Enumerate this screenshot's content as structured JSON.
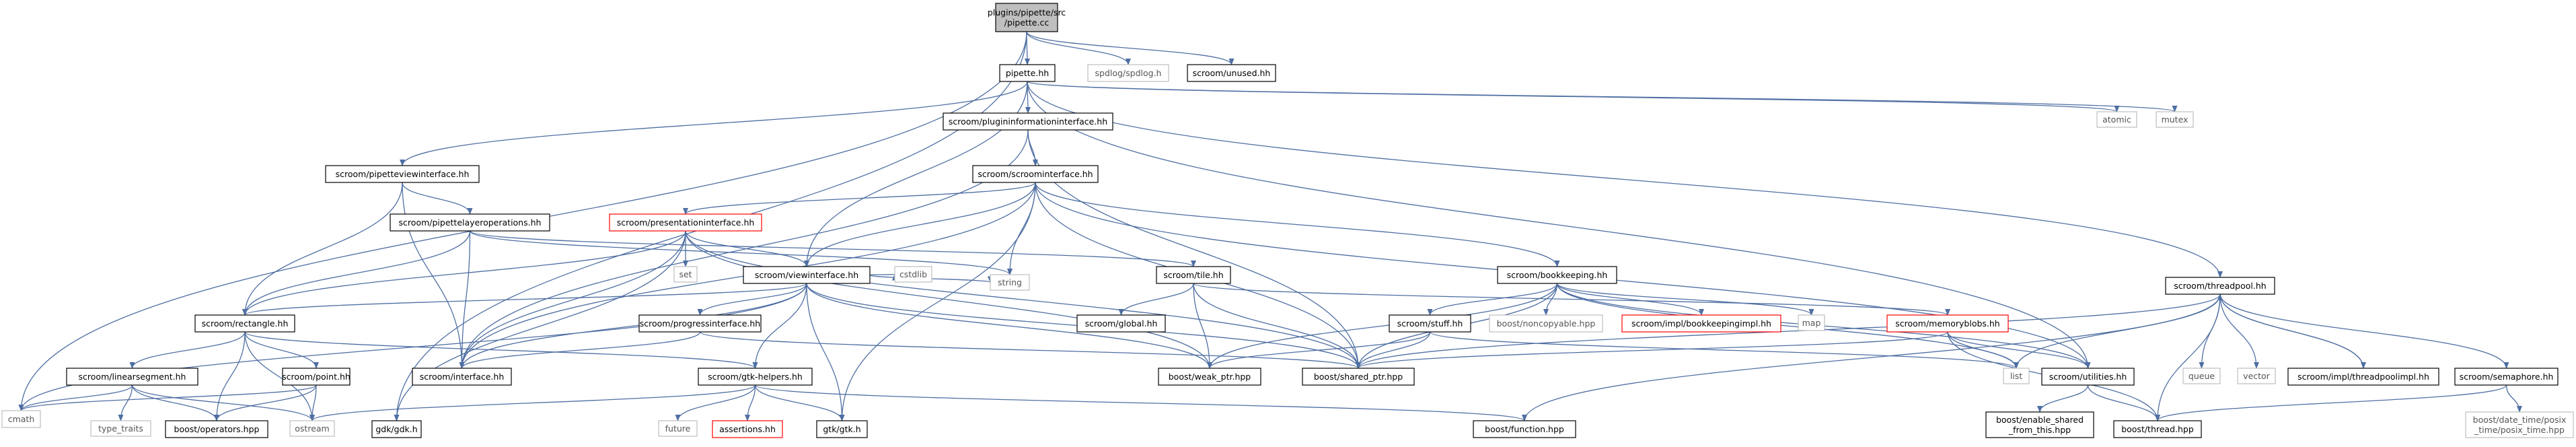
{
  "colors": {
    "edge": "#4f6fa3",
    "root_fill": "#bfbfbf",
    "normal_border": "#000000",
    "missing_border": "#ff0000",
    "system_border": "#bfbfbf"
  },
  "nodes": {
    "root": {
      "label": "plugins/pipette/src\n/pipette.cc",
      "kind": "root"
    },
    "pipette_hh": {
      "label": "pipette.hh",
      "kind": "normal"
    },
    "spdlog": {
      "label": "spdlog/spdlog.h",
      "kind": "system"
    },
    "unused": {
      "label": "scroom/unused.hh",
      "kind": "normal"
    },
    "cmath": {
      "label": "cmath",
      "kind": "system"
    },
    "plugininfo": {
      "label": "scroom/plugininformationinterface.hh",
      "kind": "normal"
    },
    "atomic": {
      "label": "atomic",
      "kind": "system"
    },
    "mutex": {
      "label": "mutex",
      "kind": "system"
    },
    "threadpool": {
      "label": "scroom/threadpool.hh",
      "kind": "normal"
    },
    "pipetteview": {
      "label": "scroom/pipetteviewinterface.hh",
      "kind": "normal"
    },
    "scroominterface": {
      "label": "scroom/scroominterface.hh",
      "kind": "normal"
    },
    "pipettelayer": {
      "label": "scroom/pipettelayeroperations.hh",
      "kind": "normal"
    },
    "presentation": {
      "label": "scroom/presentationinterface.hh",
      "kind": "missing"
    },
    "set": {
      "label": "set",
      "kind": "system"
    },
    "tile": {
      "label": "scroom/tile.hh",
      "kind": "normal"
    },
    "viewinterface": {
      "label": "scroom/viewinterface.hh",
      "kind": "normal"
    },
    "cstdlib": {
      "label": "cstdlib",
      "kind": "system"
    },
    "string": {
      "label": "string",
      "kind": "system"
    },
    "bookkeeping": {
      "label": "scroom/bookkeeping.hh",
      "kind": "normal"
    },
    "rectangle": {
      "label": "scroom/rectangle.hh",
      "kind": "normal"
    },
    "progress": {
      "label": "scroom/progressinterface.hh",
      "kind": "normal"
    },
    "global": {
      "label": "scroom/global.hh",
      "kind": "normal"
    },
    "stuff": {
      "label": "scroom/stuff.hh",
      "kind": "normal"
    },
    "noncopyable": {
      "label": "boost/noncopyable.hpp",
      "kind": "system"
    },
    "bookkeepingimpl": {
      "label": "scroom/impl/bookkeepingimpl.hh",
      "kind": "missing"
    },
    "map": {
      "label": "map",
      "kind": "system"
    },
    "memoryblobs": {
      "label": "scroom/memoryblobs.hh",
      "kind": "missing"
    },
    "list": {
      "label": "list",
      "kind": "system"
    },
    "linearsegment": {
      "label": "scroom/linearsegment.hh",
      "kind": "normal"
    },
    "point": {
      "label": "scroom/point.hh",
      "kind": "normal"
    },
    "interface": {
      "label": "scroom/interface.hh",
      "kind": "normal"
    },
    "gtkhelpers": {
      "label": "scroom/gtk-helpers.hh",
      "kind": "normal"
    },
    "weakptr": {
      "label": "boost/weak_ptr.hpp",
      "kind": "normal"
    },
    "sharedptr": {
      "label": "boost/shared_ptr.hpp",
      "kind": "normal"
    },
    "utilities": {
      "label": "scroom/utilities.hh",
      "kind": "normal"
    },
    "queue": {
      "label": "queue",
      "kind": "system"
    },
    "vector": {
      "label": "vector",
      "kind": "system"
    },
    "threadpoolimpl": {
      "label": "scroom/impl/threadpoolimpl.hh",
      "kind": "normal"
    },
    "semaphore": {
      "label": "scroom/semaphore.hh",
      "kind": "normal"
    },
    "typetraits": {
      "label": "type_traits",
      "kind": "system"
    },
    "operators": {
      "label": "boost/operators.hpp",
      "kind": "normal"
    },
    "ostream": {
      "label": "ostream",
      "kind": "system"
    },
    "gdk": {
      "label": "gdk/gdk.h",
      "kind": "normal"
    },
    "future": {
      "label": "future",
      "kind": "system"
    },
    "assertions": {
      "label": "assertions.hh",
      "kind": "missing"
    },
    "gtk": {
      "label": "gtk/gtk.h",
      "kind": "normal"
    },
    "function": {
      "label": "boost/function.hpp",
      "kind": "normal"
    },
    "enableshared": {
      "label": "boost/enable_shared\n_from_this.hpp",
      "kind": "normal"
    },
    "boostthread": {
      "label": "boost/thread.hpp",
      "kind": "normal"
    },
    "posixtime": {
      "label": "boost/date_time/posix\n_time/posix_time.hpp",
      "kind": "system"
    }
  },
  "edges": [
    [
      "root",
      "pipette_hh"
    ],
    [
      "root",
      "spdlog"
    ],
    [
      "root",
      "unused"
    ],
    [
      "root",
      "cmath"
    ],
    [
      "root",
      "gdk"
    ],
    [
      "pipette_hh",
      "plugininfo"
    ],
    [
      "pipette_hh",
      "atomic"
    ],
    [
      "pipette_hh",
      "mutex"
    ],
    [
      "pipette_hh",
      "threadpool"
    ],
    [
      "pipette_hh",
      "pipetteview"
    ],
    [
      "pipette_hh",
      "viewinterface"
    ],
    [
      "pipette_hh",
      "utilities"
    ],
    [
      "plugininfo",
      "scroominterface"
    ],
    [
      "plugininfo",
      "interface"
    ],
    [
      "plugininfo",
      "sharedptr"
    ],
    [
      "pipetteview",
      "pipettelayer"
    ],
    [
      "pipetteview",
      "rectangle"
    ],
    [
      "pipetteview",
      "interface"
    ],
    [
      "scroominterface",
      "presentation"
    ],
    [
      "scroominterface",
      "viewinterface"
    ],
    [
      "scroominterface",
      "bookkeeping"
    ],
    [
      "scroominterface",
      "string"
    ],
    [
      "scroominterface",
      "sharedptr"
    ],
    [
      "scroominterface",
      "interface"
    ],
    [
      "scroominterface",
      "utilities"
    ],
    [
      "scroominterface",
      "gtk"
    ],
    [
      "pipettelayer",
      "tile"
    ],
    [
      "pipettelayer",
      "rectangle"
    ],
    [
      "pipettelayer",
      "interface"
    ],
    [
      "pipettelayer",
      "string"
    ],
    [
      "presentation",
      "set"
    ],
    [
      "presentation",
      "viewinterface"
    ],
    [
      "presentation",
      "rectangle"
    ],
    [
      "presentation",
      "interface"
    ],
    [
      "presentation",
      "sharedptr"
    ],
    [
      "presentation",
      "weakptr"
    ],
    [
      "presentation",
      "gdk"
    ],
    [
      "tile",
      "global"
    ],
    [
      "tile",
      "memoryblobs"
    ],
    [
      "tile",
      "weakptr"
    ],
    [
      "tile",
      "sharedptr"
    ],
    [
      "viewinterface",
      "cstdlib"
    ],
    [
      "viewinterface",
      "string"
    ],
    [
      "viewinterface",
      "rectangle"
    ],
    [
      "viewinterface",
      "progress"
    ],
    [
      "viewinterface",
      "gtkhelpers"
    ],
    [
      "viewinterface",
      "interface"
    ],
    [
      "viewinterface",
      "sharedptr"
    ],
    [
      "viewinterface",
      "weakptr"
    ],
    [
      "viewinterface",
      "gtk"
    ],
    [
      "viewinterface",
      "cmath"
    ],
    [
      "bookkeeping",
      "noncopyable"
    ],
    [
      "bookkeeping",
      "bookkeepingimpl"
    ],
    [
      "bookkeeping",
      "map"
    ],
    [
      "bookkeeping",
      "stuff"
    ],
    [
      "bookkeeping",
      "utilities"
    ],
    [
      "bookkeeping",
      "list"
    ],
    [
      "bookkeeping",
      "sharedptr"
    ],
    [
      "bookkeeping",
      "weakptr"
    ],
    [
      "rectangle",
      "linearsegment"
    ],
    [
      "rectangle",
      "point"
    ],
    [
      "rectangle",
      "gtkhelpers"
    ],
    [
      "rectangle",
      "operators"
    ],
    [
      "rectangle",
      "ostream"
    ],
    [
      "progress",
      "interface"
    ],
    [
      "progress",
      "sharedptr"
    ],
    [
      "stuff",
      "list"
    ],
    [
      "stuff",
      "sharedptr"
    ],
    [
      "stuff",
      "weakptr"
    ],
    [
      "memoryblobs",
      "list"
    ],
    [
      "memoryblobs",
      "utilities"
    ],
    [
      "memoryblobs",
      "sharedptr"
    ],
    [
      "memoryblobs",
      "boostthread"
    ],
    [
      "linearsegment",
      "cmath"
    ],
    [
      "linearsegment",
      "typetraits"
    ],
    [
      "linearsegment",
      "operators"
    ],
    [
      "linearsegment",
      "ostream"
    ],
    [
      "point",
      "operators"
    ],
    [
      "point",
      "ostream"
    ],
    [
      "point",
      "cmath"
    ],
    [
      "gtkhelpers",
      "future"
    ],
    [
      "gtkhelpers",
      "assertions"
    ],
    [
      "gtkhelpers",
      "gtk"
    ],
    [
      "gtkhelpers",
      "ostream"
    ],
    [
      "gtkhelpers",
      "function"
    ],
    [
      "utilities",
      "enableshared"
    ],
    [
      "utilities",
      "boostthread"
    ],
    [
      "threadpool",
      "queue"
    ],
    [
      "threadpool",
      "vector"
    ],
    [
      "threadpool",
      "threadpoolimpl"
    ],
    [
      "threadpool",
      "semaphore"
    ],
    [
      "threadpool",
      "function"
    ],
    [
      "threadpool",
      "boostthread"
    ],
    [
      "threadpool",
      "sharedptr"
    ],
    [
      "threadpool",
      "list"
    ],
    [
      "threadpoolimpl",
      "threadpool"
    ],
    [
      "semaphore",
      "boostthread"
    ],
    [
      "semaphore",
      "posixtime"
    ]
  ]
}
